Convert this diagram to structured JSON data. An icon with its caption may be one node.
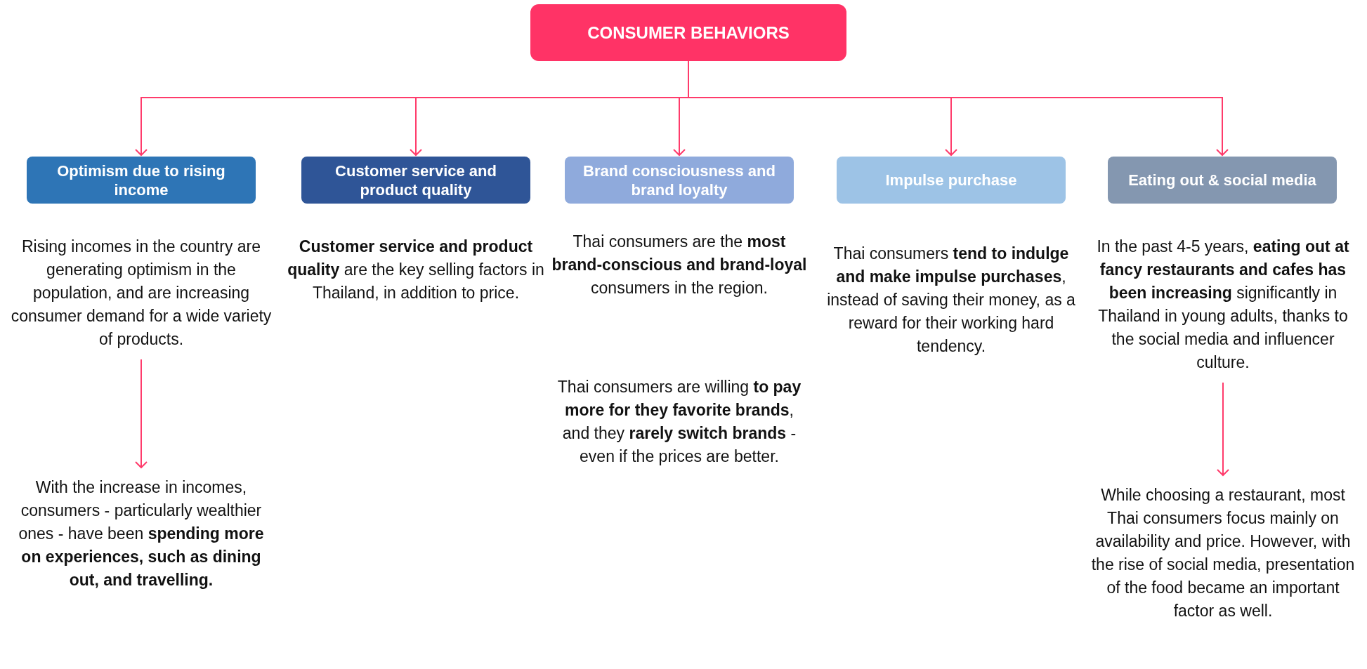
{
  "diagram": {
    "nodes": [
      {
        "text": [
          "CONSUMER BEHAVIORS"
        ]
      },
      {
        "text": [
          "Optimism due to rising income"
        ]
      },
      {
        "text": [
          "Customer service and product quality"
        ]
      },
      {
        "text": [
          "Brand consciousness and brand loyalty"
        ]
      },
      {
        "text": [
          "Impulse purchase"
        ]
      },
      {
        "text": [
          "Eating out & social media"
        ]
      },
      {
        "text": [
          "Rising incomes in the country are generating optimism in the population, and are increasing consumer demand for a wide variety of products."
        ]
      },
      {
        "text": [
          "With the increase in incomes, consumers - particularly wealthier ones - have been **spending more on experiences, such as dining out, and travelling.**"
        ]
      },
      {
        "text": [
          "In the past 4-5 years, **eating out at fancy restaurants and cafes has been increasing** significantly in Thailand in young adults, thanks to the social media and influencer culture."
        ]
      },
      {
        "text": [
          "While choosing a restaurant, most Thai consumers focus mainly on availability and price. However, with the rise of social media, presentation of the food became an important factor as well."
        ]
      }
    ],
    "edges": [
      {
        "from": 0,
        "to": 1,
        "arrow": "to"
      },
      {
        "from": 0,
        "to": 2,
        "arrow": "to"
      },
      {
        "from": 0,
        "to": 3,
        "arrow": "to"
      },
      {
        "from": 0,
        "to": 4,
        "arrow": "to"
      },
      {
        "from": 0,
        "to": 5,
        "arrow": "to"
      },
      {
        "from": 6,
        "to": 7,
        "arrow": "to"
      },
      {
        "from": 8,
        "to": 9,
        "arrow": "to"
      }
    ],
    "labels": [
      "**Customer service and product quality** are the key selling factors in Thailand, in addition to price.",
      "Thai consumers are the **most brand-conscious and brand-loyal** consumers in the region.",
      "Thai consumers are willing **to pay more for they favorite brands**, and they **rarely switch brands** - even if the prices are better.",
      "Thai consumers **tend to indulge and make impulse purchases**, instead of saving their money, as a reward for their working hard tendency."
    ]
  }
}
